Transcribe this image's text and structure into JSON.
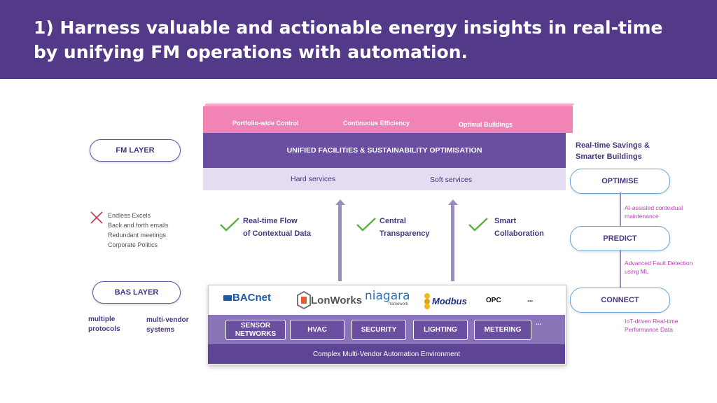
{
  "header": {
    "title": "1)  Harness valuable and actionable energy insights in real-time by unifying FM operations with automation."
  },
  "colors": {
    "header_bg": "#533a89",
    "band_purple": "#6a4fa0",
    "pink": "#f184b5",
    "magenta": "#c03cb7",
    "accent_blue": "#6aa7d8"
  },
  "left": {
    "fm_layer": "FM LAYER",
    "bas_layer": "BAS LAYER",
    "problems": [
      "Endless Excels",
      "Back and forth emails",
      "Redundant meetings",
      "Corporate Politics"
    ],
    "problems_icon": "cross-icon",
    "multiple_protocols": "multiple protocols",
    "multi_vendor": "multi-vendor systems"
  },
  "top": {
    "pink": [
      "Portfolio-wide Control",
      "Continuous Efficiency",
      "Optimal Buildings"
    ],
    "fm_band": "UNIFIED FACILITIES & SUSTAINABILITY OPTIMISATION",
    "hard": "Hard services",
    "soft": "Soft services"
  },
  "benefits": [
    {
      "line1": "Real-time Flow",
      "line2": "of Contextual Data",
      "icon": "check-icon"
    },
    {
      "line1": "Central",
      "line2": "Transparency",
      "icon": "check-icon"
    },
    {
      "line1": "Smart",
      "line2": "Collaboration",
      "icon": "check-icon"
    }
  ],
  "bas": {
    "logos": [
      "BACnet",
      "LonWorks",
      "niagara",
      "framework",
      "Modbus",
      "OPC",
      "..."
    ],
    "categories": [
      "SENSOR NETWORKS",
      "HVAC",
      "SECURITY",
      "LIGHTING",
      "METERING",
      "..."
    ],
    "footer": "Complex Multi-Vendor Automation Environment"
  },
  "right": {
    "title": "Real-time Savings & Smarter Buildings",
    "optimise": "OPTIMISE",
    "ai_note": "AI-assisted contextual maintenance",
    "predict": "PREDICT",
    "fault_note": "Advanced Fault Detection using ML",
    "connect": "CONNECT",
    "iot_note": "IoT-driven Real-time Performance Data"
  }
}
